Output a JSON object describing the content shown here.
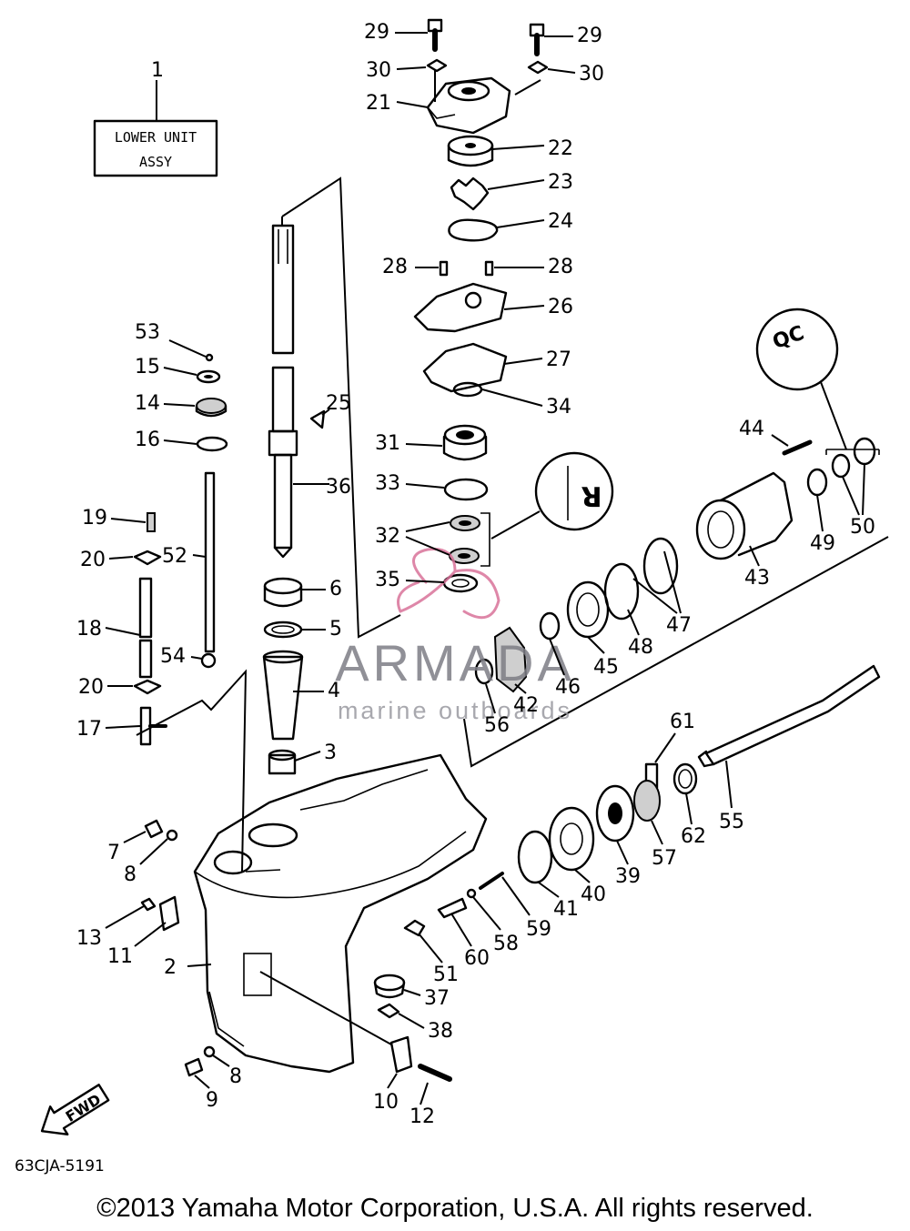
{
  "assembly_box": {
    "line1": "LOWER UNIT",
    "line2": "ASSY"
  },
  "watermark": {
    "brand": "ARMADA",
    "tagline": "marine outboards"
  },
  "callout_r": "R",
  "callout_qc": "QC",
  "fwd_label": "FWD",
  "diagram_code": "63CJA-5191",
  "copyright": "©2013 Yamaha Motor Corporation, U.S.A. All rights reserved.",
  "callouts": [
    {
      "num": "1"
    },
    {
      "num": "2"
    },
    {
      "num": "3"
    },
    {
      "num": "4"
    },
    {
      "num": "5"
    },
    {
      "num": "6"
    },
    {
      "num": "7"
    },
    {
      "num": "8"
    },
    {
      "num": "8"
    },
    {
      "num": "9"
    },
    {
      "num": "10"
    },
    {
      "num": "11"
    },
    {
      "num": "12"
    },
    {
      "num": "13"
    },
    {
      "num": "14"
    },
    {
      "num": "15"
    },
    {
      "num": "16"
    },
    {
      "num": "17"
    },
    {
      "num": "18"
    },
    {
      "num": "19"
    },
    {
      "num": "20"
    },
    {
      "num": "20"
    },
    {
      "num": "21"
    },
    {
      "num": "22"
    },
    {
      "num": "23"
    },
    {
      "num": "24"
    },
    {
      "num": "25"
    },
    {
      "num": "26"
    },
    {
      "num": "27"
    },
    {
      "num": "28"
    },
    {
      "num": "28"
    },
    {
      "num": "29"
    },
    {
      "num": "29"
    },
    {
      "num": "30"
    },
    {
      "num": "30"
    },
    {
      "num": "31"
    },
    {
      "num": "32"
    },
    {
      "num": "33"
    },
    {
      "num": "34"
    },
    {
      "num": "35"
    },
    {
      "num": "36"
    },
    {
      "num": "37"
    },
    {
      "num": "38"
    },
    {
      "num": "39"
    },
    {
      "num": "40"
    },
    {
      "num": "41"
    },
    {
      "num": "42"
    },
    {
      "num": "43"
    },
    {
      "num": "44"
    },
    {
      "num": "45"
    },
    {
      "num": "46"
    },
    {
      "num": "47"
    },
    {
      "num": "48"
    },
    {
      "num": "49"
    },
    {
      "num": "50"
    },
    {
      "num": "51"
    },
    {
      "num": "52"
    },
    {
      "num": "53"
    },
    {
      "num": "54"
    },
    {
      "num": "55"
    },
    {
      "num": "56"
    },
    {
      "num": "57"
    },
    {
      "num": "58"
    },
    {
      "num": "59"
    },
    {
      "num": "60"
    },
    {
      "num": "61"
    },
    {
      "num": "62"
    }
  ],
  "colors": {
    "line": "#000000",
    "watermark_text": "#7d7d85",
    "watermark_logo": "#d9739a"
  }
}
